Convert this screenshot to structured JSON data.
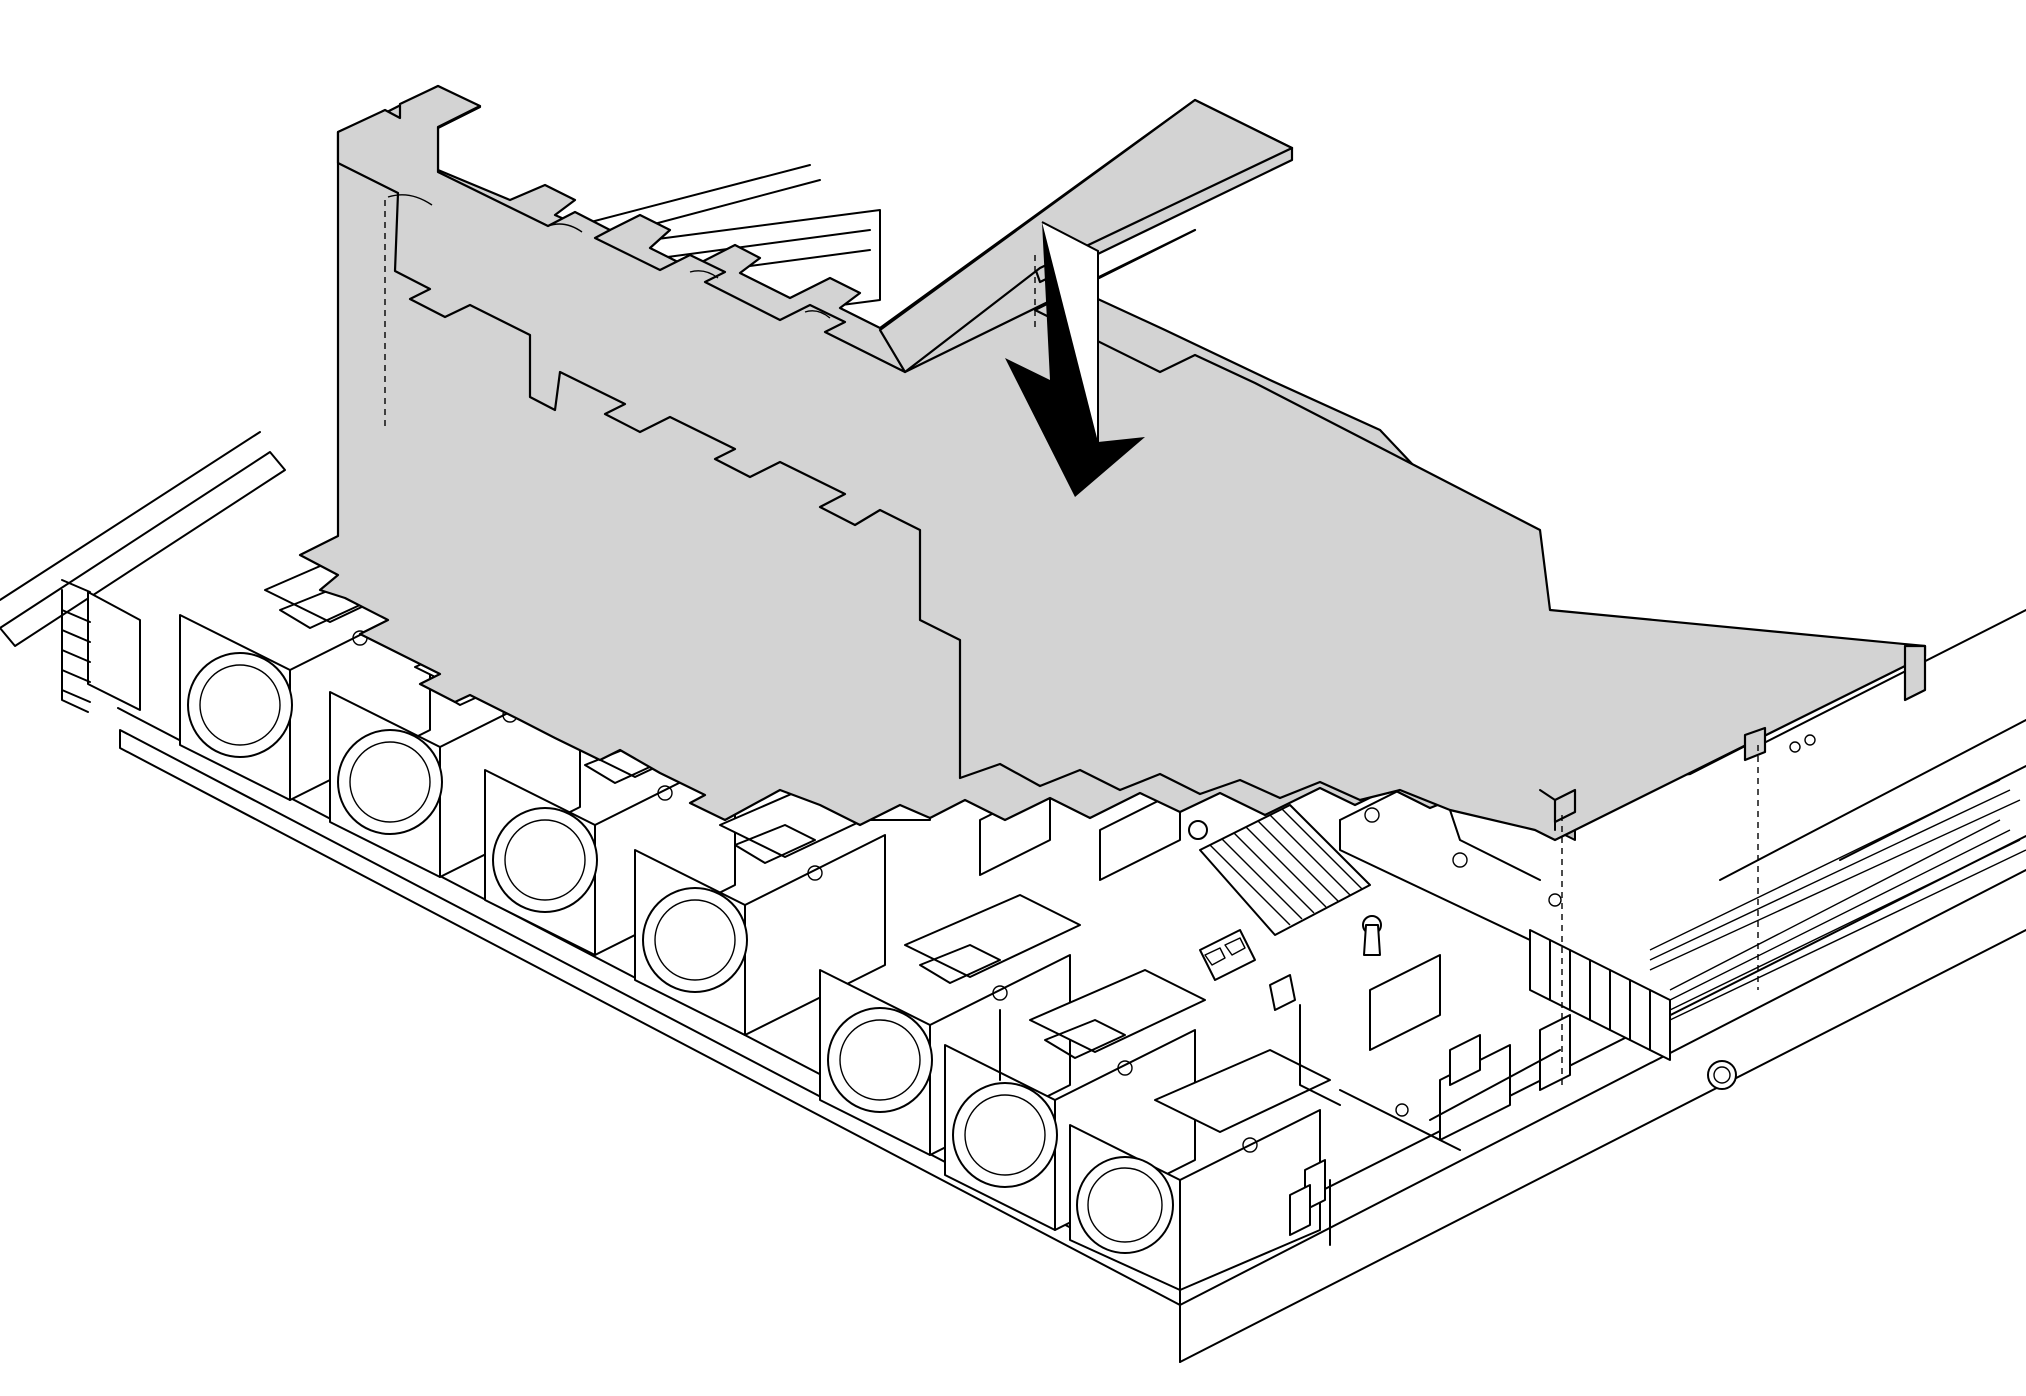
{
  "diagram": {
    "kind": "installation-illustration",
    "callouts": [],
    "colors": {
      "line_art": "#000000",
      "background": "#ffffff",
      "air_baffle_fill": "#d3d3d3",
      "arrow_fill": "#000000"
    },
    "action": "down-arrow-icon",
    "alignment_guides": 4,
    "fan_modules": 7
  }
}
